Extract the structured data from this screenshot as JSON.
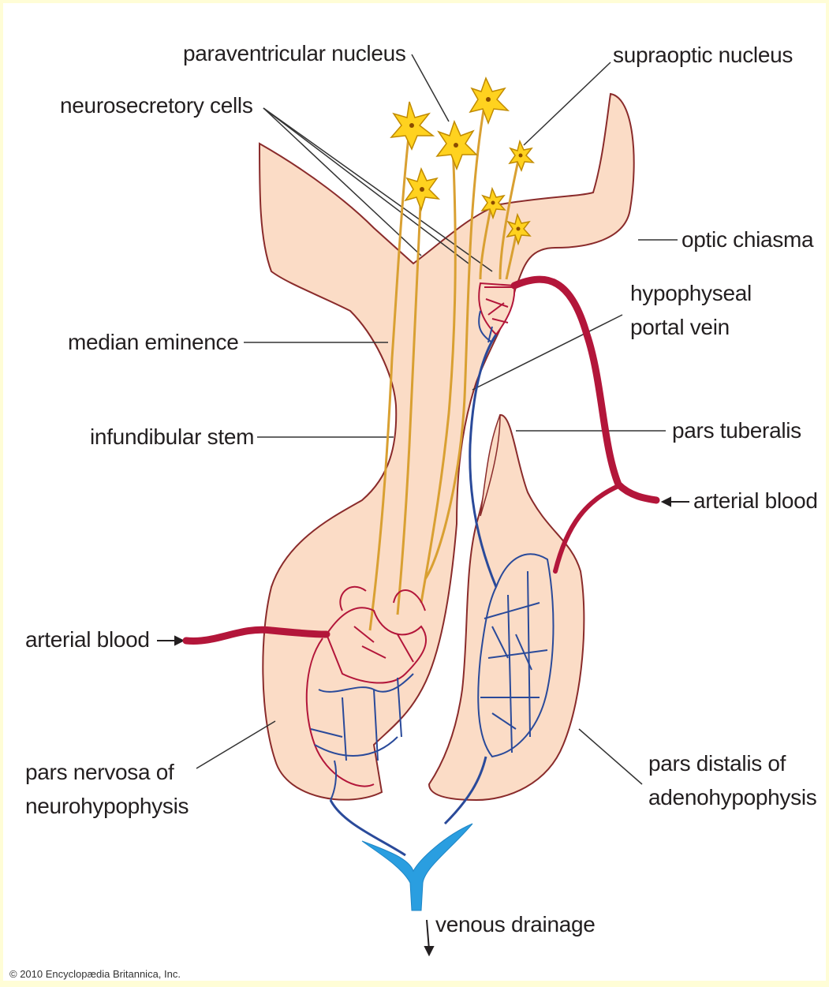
{
  "labels": {
    "paraventricular_nucleus": "paraventricular nucleus",
    "supraoptic_nucleus": "supraoptic nucleus",
    "neurosecretory_cells": "neurosecretory cells",
    "optic_chiasma": "optic chiasma",
    "hypophyseal_portal_vein_line1": "hypophyseal",
    "hypophyseal_portal_vein_line2": "portal vein",
    "median_eminence": "median eminence",
    "infundibular_stem": "infundibular stem",
    "pars_tuberalis": "pars tuberalis",
    "arterial_blood_right": "arterial blood",
    "arterial_blood_left": "arterial blood",
    "pars_nervosa_line1": "pars nervosa of",
    "pars_nervosa_line2": "neurohypophysis",
    "pars_distalis_line1": "pars distalis of",
    "pars_distalis_line2": "adenohypophysis",
    "venous_drainage": "venous drainage"
  },
  "credit": "© 2010 Encyclopædia Britannica, Inc.",
  "colors": {
    "background_frame": "#fffdd6",
    "tissue_fill": "#fbdcc6",
    "tissue_outline": "#8a2b2b",
    "artery": "#b3163a",
    "vein": "#2a4a9a",
    "venous_drain": "#2a9ee0",
    "neuron_fill": "#ffd21f",
    "axon": "#d9a032",
    "leader_line": "#333333"
  }
}
